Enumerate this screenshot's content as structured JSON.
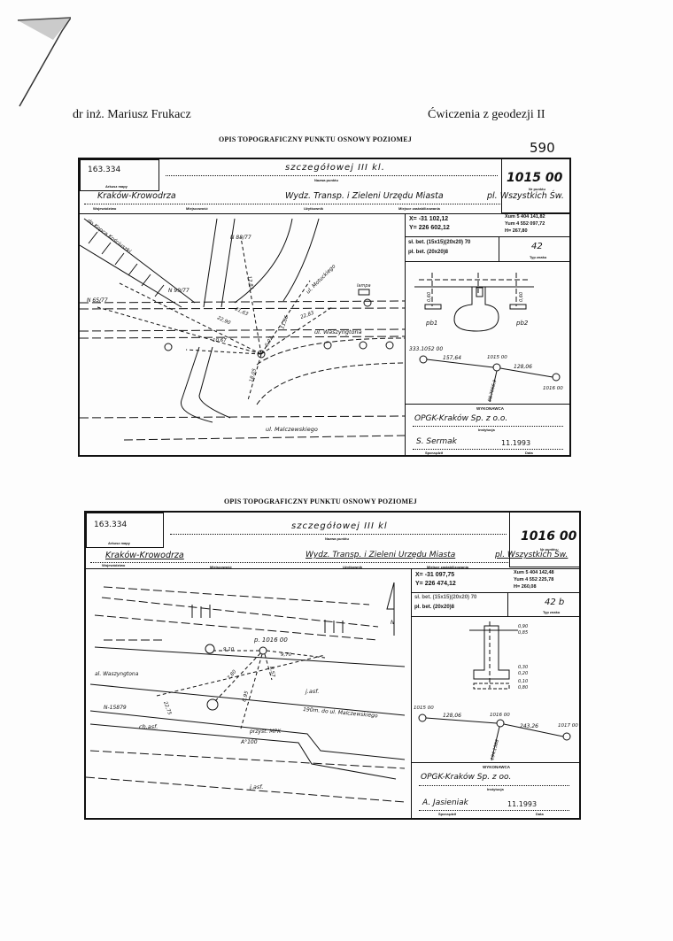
{
  "header": {
    "author": "dr inż. Mariusz Frukacz",
    "course": "Ćwiczenia z geodezji II"
  },
  "captions": {
    "sheet": "Arkusz mapy",
    "point_name": "Nazwa punktu",
    "point_no": "Nr punktu",
    "voivodeship": "Województwo",
    "locality": "Miejscowość",
    "user": "Użytkownik",
    "location": "Miejsce zastabilizowania",
    "mark_type": "Typ znaku",
    "contractor": "WYKONAWCA",
    "institution": "Instytucja",
    "prepared_by": "Sporządził",
    "date": "Data"
  },
  "forms": [
    {
      "title": "OPIS TOPOGRAFICZNY PUNKTU OSNOWY POZIOMEJ",
      "page_no": "590",
      "sheet": "163.334",
      "point_name": "szczegółowej III kl.",
      "point_no": "1015 00",
      "voivodeship": "Kraków-Krowodrza",
      "user": "Wydz. Transp. i Zieleni Urzędu Miasta",
      "location": "pl. Wszystkich Św.",
      "x": "X= -31 102,12",
      "y": "Y= 226 602,12",
      "xum": "Xum 5 404 141,82",
      "yum": "Yum 4 552 097,72",
      "h": "H= 267,80",
      "bet1": "sł. bet. (15x15)(20x20) 70",
      "bet2": "pł. bet. (20x20)8",
      "mark_type": "42",
      "sketch": {
        "pb1": "pb1",
        "pb2": "pb2",
        "d1": "0,60",
        "d2": "0,60"
      },
      "traverse": {
        "p1": "333.1052 00",
        "d1": "157,64",
        "p2": "1015 00",
        "d2": "128,06",
        "p3": "1016 00",
        "side": "98.7056.9"
      },
      "institution": "OPGK-Kraków Sp. z o.o.",
      "prepared_by": "S. Sermak",
      "date": "11.1993",
      "map": {
        "to": "do Kopca Kościuszki",
        "n1": "N 88/77",
        "n2": "N 99/77",
        "n3": "N 65/77",
        "street1": "ul. Waszyngtona",
        "street2": "ul. Malczewskiego",
        "street3": "ul. Motuckiego",
        "lamp": "lampa",
        "m1": "10,67",
        "m2": "22,90",
        "m3": "12,81",
        "m4": "21,63",
        "m5": "22,83",
        "m6": "11,86",
        "m7": "6,02",
        "m8": "18,05"
      }
    },
    {
      "title": "OPIS TOPOGRAFICZNY PUNKTU OSNOWY POZIOMEJ",
      "sheet": "163.334",
      "point_name": "szczegółowej III kl",
      "point_no": "1016 00",
      "voivodeship": "Kraków-Krowodrza",
      "user": "Wydz. Transp. i Zieleni Urzędu Miasta",
      "location": "pl. Wszystkich Św.",
      "x": "X= -31 097,75",
      "y": "Y= 226 474,12",
      "xum": "Xum 5 404 142,48",
      "yum": "Yum 4 552 225,78",
      "h": "H= 260,08",
      "bet1": "sł. bet. (15x15)(20x20) 70",
      "bet2": "pł. bet. (20x20)8",
      "mark_type": "42 b",
      "sketch": {
        "a": "0,90",
        "b": "0,85",
        "c": "0,30",
        "d": "0,20",
        "e": "0,10",
        "f": "0,80"
      },
      "traverse": {
        "p1": "1015 00",
        "d1": "128,06",
        "p2": "1016 00",
        "d2": "243,26",
        "p3": "1017 00",
        "side": "194.1386"
      },
      "institution": "OPGK-Kraków Sp. z oo.",
      "prepared_by": "A. Jasieniak",
      "date": "11.1993",
      "map": {
        "point": "p. 1016 00",
        "street1": "al. Waszyngtona",
        "n1": "N-15879",
        "to": "190m. do ul. Malczewskiego",
        "asf1": "j.asf.",
        "asf2": "ch.asf.",
        "asf3": "j.asf.",
        "stop": "przyst. MPK",
        "a100": "A°100",
        "north": "N",
        "m1": "9,10",
        "m2": "9,70",
        "m3": "7,80",
        "m4": "8,95",
        "m5": "8,57",
        "m6": "22,75"
      }
    }
  ]
}
